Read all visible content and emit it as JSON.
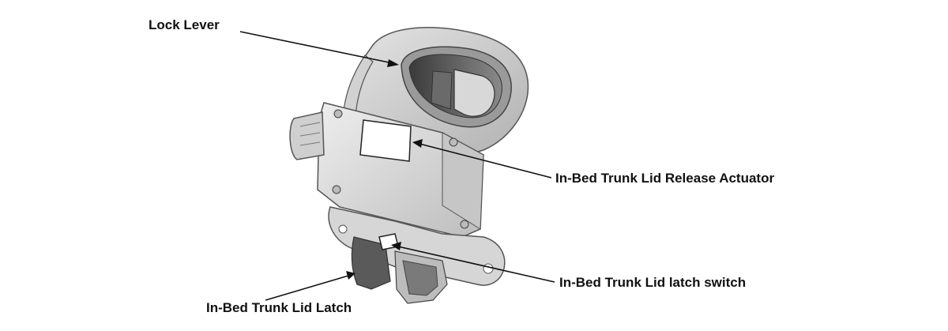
{
  "labels": {
    "lock_lever": "Lock Lever",
    "release_actuator": "In-Bed Trunk Lid Release Actuator",
    "latch_switch": "In-Bed Trunk Lid latch switch",
    "latch": "In-Bed Trunk Lid Latch"
  }
}
